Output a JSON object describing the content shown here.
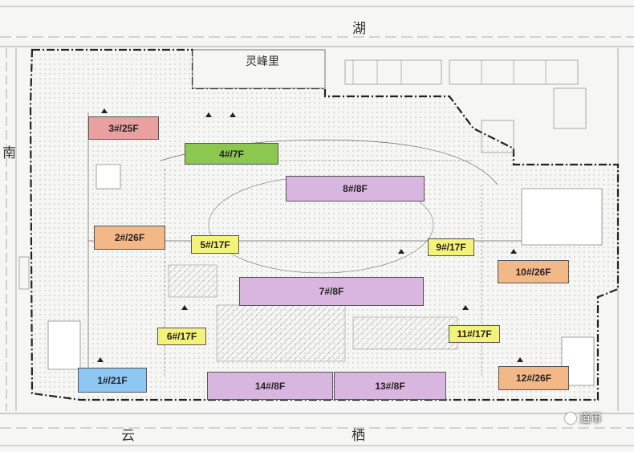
{
  "roads": {
    "north": "湖",
    "south_left": "云",
    "south_right": "栖",
    "west": "南",
    "lingfeng": "灵峰里"
  },
  "colors": {
    "pink": "#e8a0a0",
    "green": "#8cc850",
    "purple": "#d9b6df",
    "orange": "#f3b888",
    "yellow": "#f5f27a",
    "blue": "#8ec7f2"
  },
  "buildings": [
    {
      "id": "b3",
      "label": "3#/25F",
      "color": "pink"
    },
    {
      "id": "b4",
      "label": "4#/7F",
      "color": "green"
    },
    {
      "id": "b8",
      "label": "8#/8F",
      "color": "purple"
    },
    {
      "id": "b2",
      "label": "2#/26F",
      "color": "orange"
    },
    {
      "id": "b5",
      "label": "5#/17F",
      "color": "yellow"
    },
    {
      "id": "b9",
      "label": "9#/17F",
      "color": "yellow"
    },
    {
      "id": "b10",
      "label": "10#/26F",
      "color": "orange"
    },
    {
      "id": "b7",
      "label": "7#/8F",
      "color": "purple"
    },
    {
      "id": "b6",
      "label": "6#/17F",
      "color": "yellow"
    },
    {
      "id": "b11",
      "label": "11#/17F",
      "color": "yellow"
    },
    {
      "id": "b1",
      "label": "1#/21F",
      "color": "blue"
    },
    {
      "id": "b14",
      "label": "14#/8F",
      "color": "purple"
    },
    {
      "id": "b13",
      "label": "13#/8F",
      "color": "purple"
    },
    {
      "id": "b12",
      "label": "12#/26F",
      "color": "orange"
    }
  ],
  "watermark": {
    "icon": "wechat-icon",
    "text": "道币"
  }
}
